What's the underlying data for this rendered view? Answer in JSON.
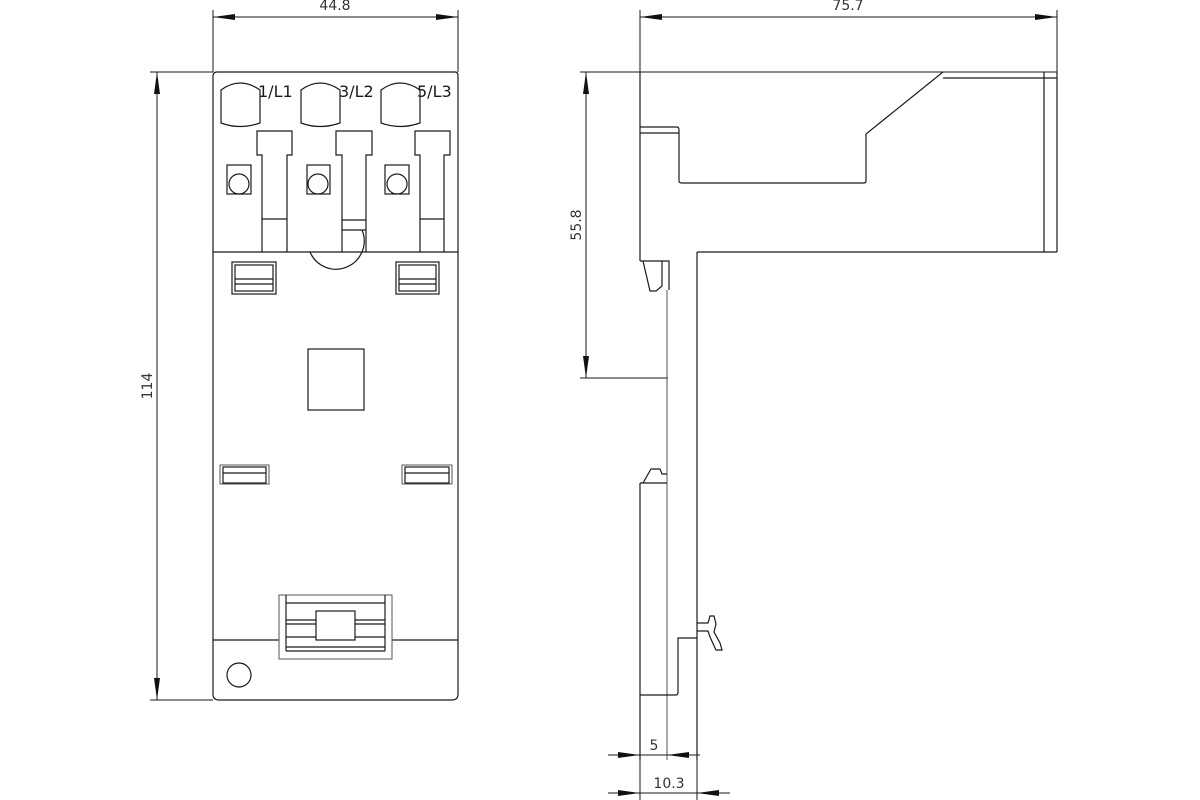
{
  "drawing": {
    "front_view": {
      "terminal_labels": [
        "1/L1",
        "3/L2",
        "5/L3"
      ],
      "dimensions": {
        "width": "44.8",
        "height": "114"
      }
    },
    "side_view": {
      "dimensions": {
        "depth": "75.7",
        "height_to_rail": "55.8",
        "offset_small": "5",
        "offset_large": "10.3"
      }
    }
  }
}
